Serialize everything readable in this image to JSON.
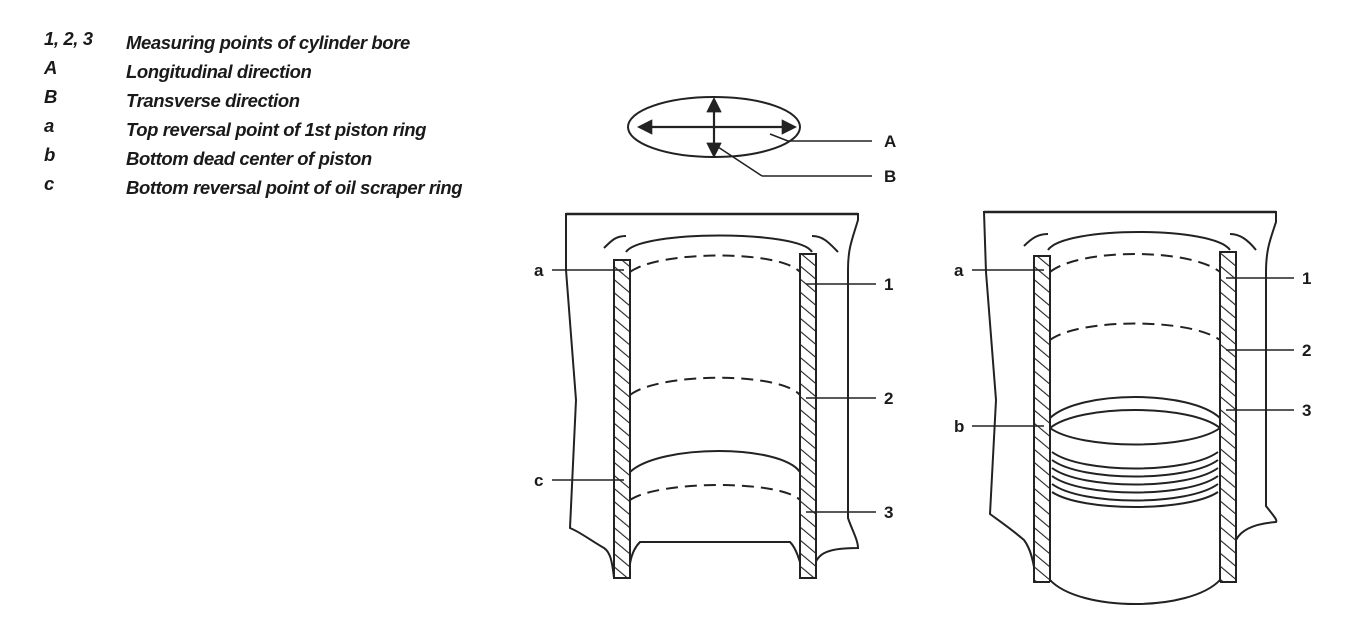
{
  "legend": [
    {
      "key": "1, 2, 3",
      "desc": "Measuring points of cylinder bore"
    },
    {
      "key": "A",
      "desc": "Longitudinal direction"
    },
    {
      "key": "B",
      "desc": "Transverse direction"
    },
    {
      "key": "a",
      "desc": "Top reversal point of 1st piston ring"
    },
    {
      "key": "b",
      "desc": "Bottom dead center of piston"
    },
    {
      "key": "c",
      "desc": "Bottom reversal point of oil scraper ring"
    }
  ],
  "ellipse_labels": {
    "a": "A",
    "b": "B"
  },
  "left_cylinder": {
    "a": "a",
    "c": "c",
    "p1": "1",
    "p2": "2",
    "p3": "3"
  },
  "right_cylinder": {
    "a": "a",
    "b": "b",
    "p1": "1",
    "p2": "2",
    "p3": "3"
  }
}
